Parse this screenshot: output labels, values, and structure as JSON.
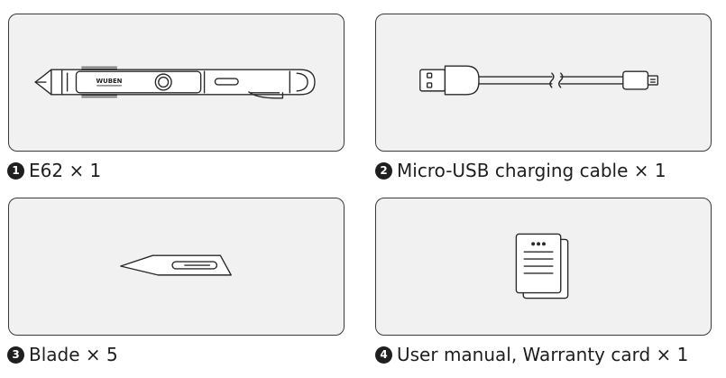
{
  "items": [
    {
      "number": "1",
      "label": "E62 × 1",
      "brand_text": "WUBEN"
    },
    {
      "number": "2",
      "label": "Micro-USB charging cable × 1"
    },
    {
      "number": "3",
      "label": "Blade × 5"
    },
    {
      "number": "4",
      "label": "User manual, Warranty card × 1"
    }
  ],
  "colors": {
    "card_background": "#f1f1f1",
    "card_border": "#3a3a3a",
    "line_art": "#2a2a2a",
    "text": "#1f1f1f"
  },
  "icons": [
    "pen-knife-icon",
    "usb-cable-icon",
    "scalpel-blade-icon",
    "document-icon"
  ]
}
